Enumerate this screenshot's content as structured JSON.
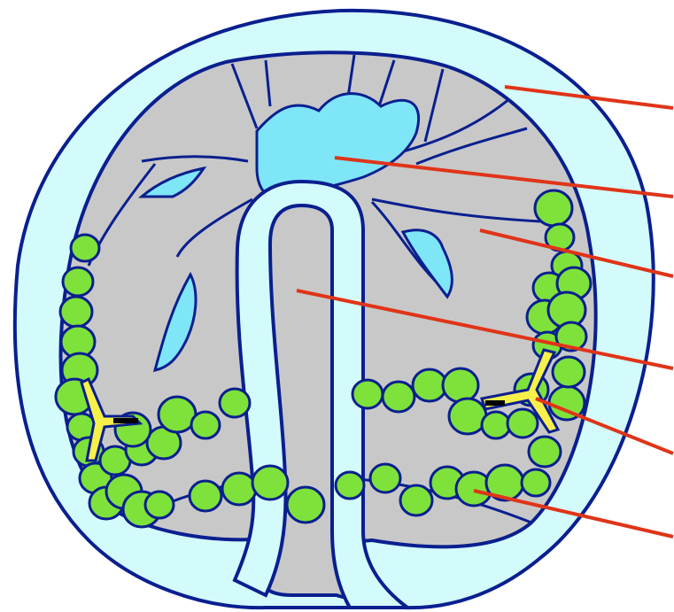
{
  "diagram": {
    "labels": [],
    "colors": {
      "outline": "#0a1f8f",
      "outer_layer": "#d4fbfb",
      "inner_tissue": "#c8c8c8",
      "sinus": "#7fe6f8",
      "nodule": "#7ee23a",
      "vessel": "#f8f04a",
      "pointer": "#e03418"
    },
    "leader_lines": [
      {
        "target": "outer-layer"
      },
      {
        "target": "upper-sinus"
      },
      {
        "target": "grey-tissue"
      },
      {
        "target": "central-stalk"
      },
      {
        "target": "right-vessel"
      },
      {
        "target": "nodule-band"
      }
    ]
  }
}
